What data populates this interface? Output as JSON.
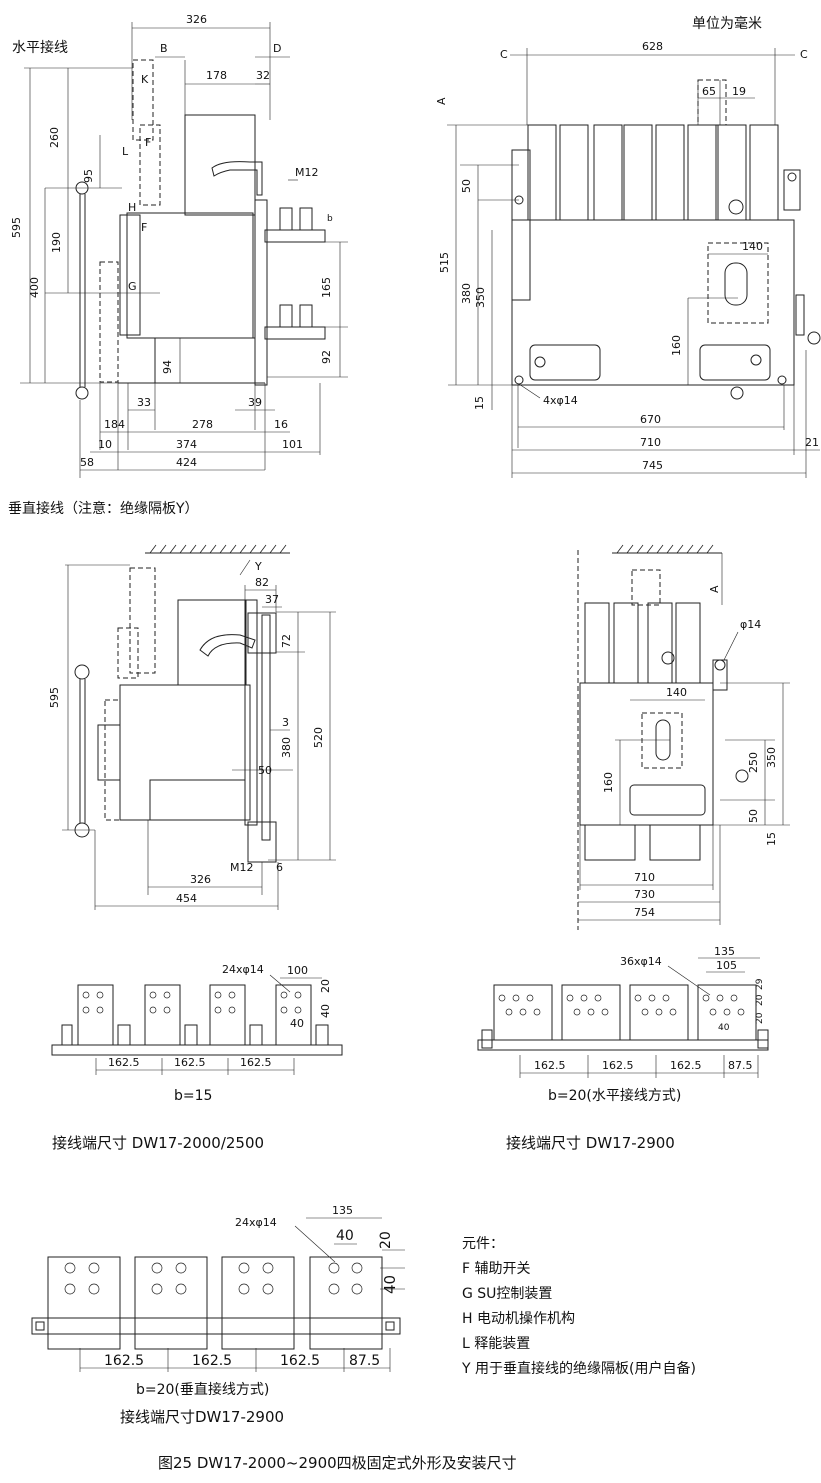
{
  "labels": {
    "horizontal_wiring": "水平接线",
    "unit": "单位为毫米",
    "vertical_wiring": "垂直接线（注意：绝缘隔板Y）",
    "b15": "b=15",
    "b20h": "b=20(水平接线方式)",
    "b20v": "b=20(垂直接线方式)",
    "term_2000": "接线端尺寸 DW17-2000/2500",
    "term_2900a": "接线端尺寸 DW17-2900",
    "term_2900b": "接线端尺寸DW17-2900",
    "figure_caption": "图25 DW17-2000~2900四极固定式外形及安装尺寸"
  },
  "legend": {
    "title": "元件：",
    "items": [
      "F  辅助开关",
      "G  SU控制装置",
      "H  电动机操作机构",
      "L  释能装置",
      "Y  用于垂直接线的绝缘隔板(用户自备)"
    ]
  },
  "dims": {
    "d326": "326",
    "d178": "178",
    "d32": "32",
    "d260": "260",
    "d95": "95",
    "d595": "595",
    "d190": "190",
    "d400": "400",
    "d165": "165",
    "d92": "92",
    "d94": "94",
    "d33": "33",
    "d39": "39",
    "d184": "184",
    "d278": "278",
    "d16": "16",
    "d10": "10",
    "d374": "374",
    "d101": "101",
    "d58": "58",
    "d424": "424",
    "m12": "M12",
    "b": "b",
    "d628": "628",
    "d65": "65",
    "d19": "19",
    "d50": "50",
    "d515": "515",
    "d380": "380",
    "d350": "350",
    "d140": "140",
    "d160": "160",
    "d15": "15",
    "d4x14": "4xφ14",
    "d670": "670",
    "d710": "710",
    "d745": "745",
    "d21": "21",
    "d82": "82",
    "d37": "37",
    "d72": "72",
    "d3": "3",
    "d520": "520",
    "d454": "454",
    "d6": "6",
    "d14": "φ14",
    "d250": "250",
    "d730": "730",
    "d754": "754",
    "d24x14": "24xφ14",
    "d100": "100",
    "d20": "20",
    "d40": "40",
    "d162": "162.5",
    "d36x14": "36xφ14",
    "d135": "135",
    "d105": "105",
    "d29": "29",
    "d875": "87.5"
  },
  "letters": {
    "B": "B",
    "D": "D",
    "K": "K",
    "L": "L",
    "F": "F",
    "H": "H",
    "G": "G",
    "C": "C",
    "A": "A",
    "Y": "Y"
  }
}
